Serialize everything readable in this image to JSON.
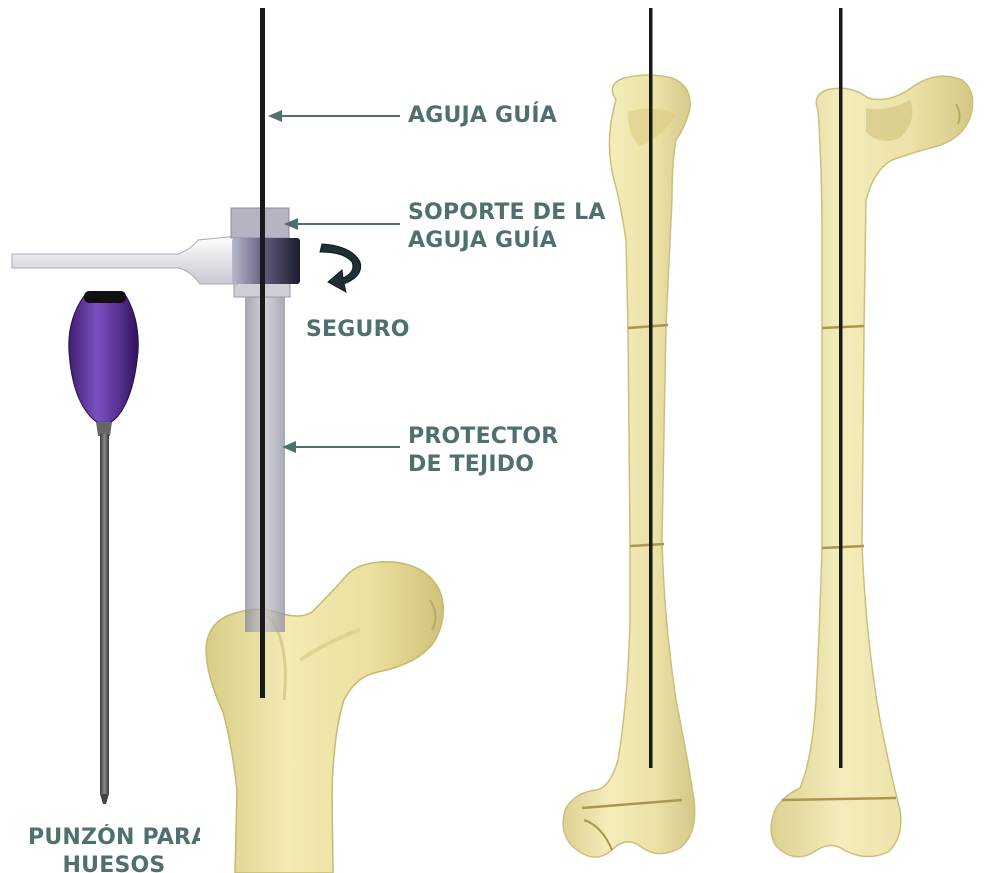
{
  "colors": {
    "label": "#4f706f",
    "bone_fill": "#efe6a6",
    "bone_edge": "#c4b46a",
    "bone_shade": "#d7cc84",
    "handle": "#6a3fa8",
    "handle_dark": "#3f1f70",
    "guide_wire": "#1a1a1a",
    "protector": "#a4a4b0",
    "shaft": "#5a5a5a"
  },
  "labels": {
    "guide_needle": "AGUJA GUÍA",
    "needle_holder_line1": "SOPORTE DE LA",
    "needle_holder_line2": "AGUJA GUÍA",
    "lock": "SEGURO",
    "tissue_protector_line1": "PROTECTOR",
    "tissue_protector_line2": "DE TEJIDO",
    "bone_awl_line1": "PUNZÓN PARA",
    "bone_awl_line2": "HUESOS"
  },
  "icons": {
    "lock": "curved-rotation-arrow-icon"
  }
}
